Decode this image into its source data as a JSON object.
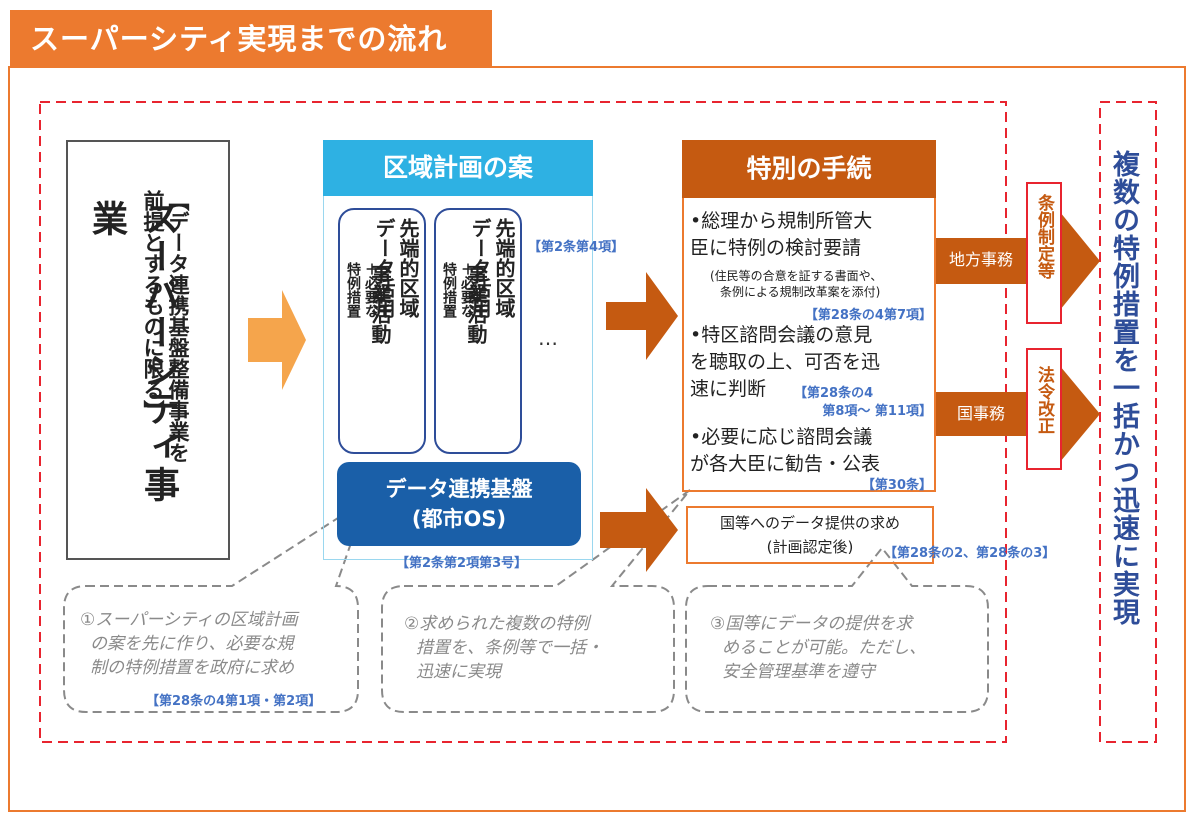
{
  "title": "スーパーシティ実現までの流れ",
  "project": {
    "title": "スーパーシティ事業",
    "subtitle_line1": "【データ連携基盤整備事業を",
    "subtitle_line2": "前提とするものに限る】"
  },
  "plan": {
    "header": "区域計画の案",
    "activities": [
      {
        "main1": "先端的区域",
        "main2": "データ活用",
        "main3": "事業活動",
        "plus": "＋",
        "sub1": "必要な",
        "sub2": "特例措置"
      },
      {
        "main1": "先端的区域",
        "main2": "データ活用",
        "main3": "事業活動",
        "plus": "＋",
        "sub1": "必要な",
        "sub2": "特例措置"
      }
    ],
    "ellipsis": "…",
    "ref_activities": "【第2条第4項】",
    "base_line1": "データ連携基盤",
    "base_line2": "(都市OS)",
    "ref_base": "【第2条第2項第3号】"
  },
  "special": {
    "header": "特別の手続",
    "b1_line1": "•総理から規制所管大",
    "b1_line2": "臣に特例の検討要請",
    "b1_note1": "(住民等の合意を証する書面や、",
    "b1_note2": "条例による規制改革案を添付)",
    "b1_ref": "【第28条の4第7項】",
    "b2_line1": "•特区諮問会議の意見",
    "b2_line2": "を聴取の上、可否を迅",
    "b2_line3": "速に判断",
    "b2_ref1": "【第28条の4",
    "b2_ref2": "第8項～ 第11項】",
    "b3_line1": "•必要に応じ諮問会議",
    "b3_line2": "が各大臣に勧告・公表",
    "b3_ref": "【第30条】"
  },
  "data_request": {
    "line1": "国等へのデータ提供の求め",
    "line2": "(計画認定後)",
    "ref": "【第28条の2、第28条の3】"
  },
  "routes": {
    "local_label": "地方事務",
    "local_result": "条例制定等",
    "national_label": "国事務",
    "national_result": "法令改正"
  },
  "final": "複数の特例措置を一括かつ迅速に実現",
  "notes": [
    {
      "line1": "①スーパーシティの区域計画",
      "line2": "の案を先に作り、必要な規",
      "line3": "制の特例措置を政府に求め",
      "ref": "【第28条の4第1項・第2項】"
    },
    {
      "line1": "②求められた複数の特例",
      "line2": "措置を、条例等で一括・",
      "line3": "迅速に実現"
    },
    {
      "line1": "③国等にデータの提供を求",
      "line2": "めることが可能。ただし、",
      "line3": "安全管理基準を遵守"
    }
  ],
  "colors": {
    "orange": "#ec7a2f",
    "dark_orange": "#c55a11",
    "blue": "#2eb1e3",
    "navy": "#2e4d99",
    "red": "#e8242f"
  }
}
